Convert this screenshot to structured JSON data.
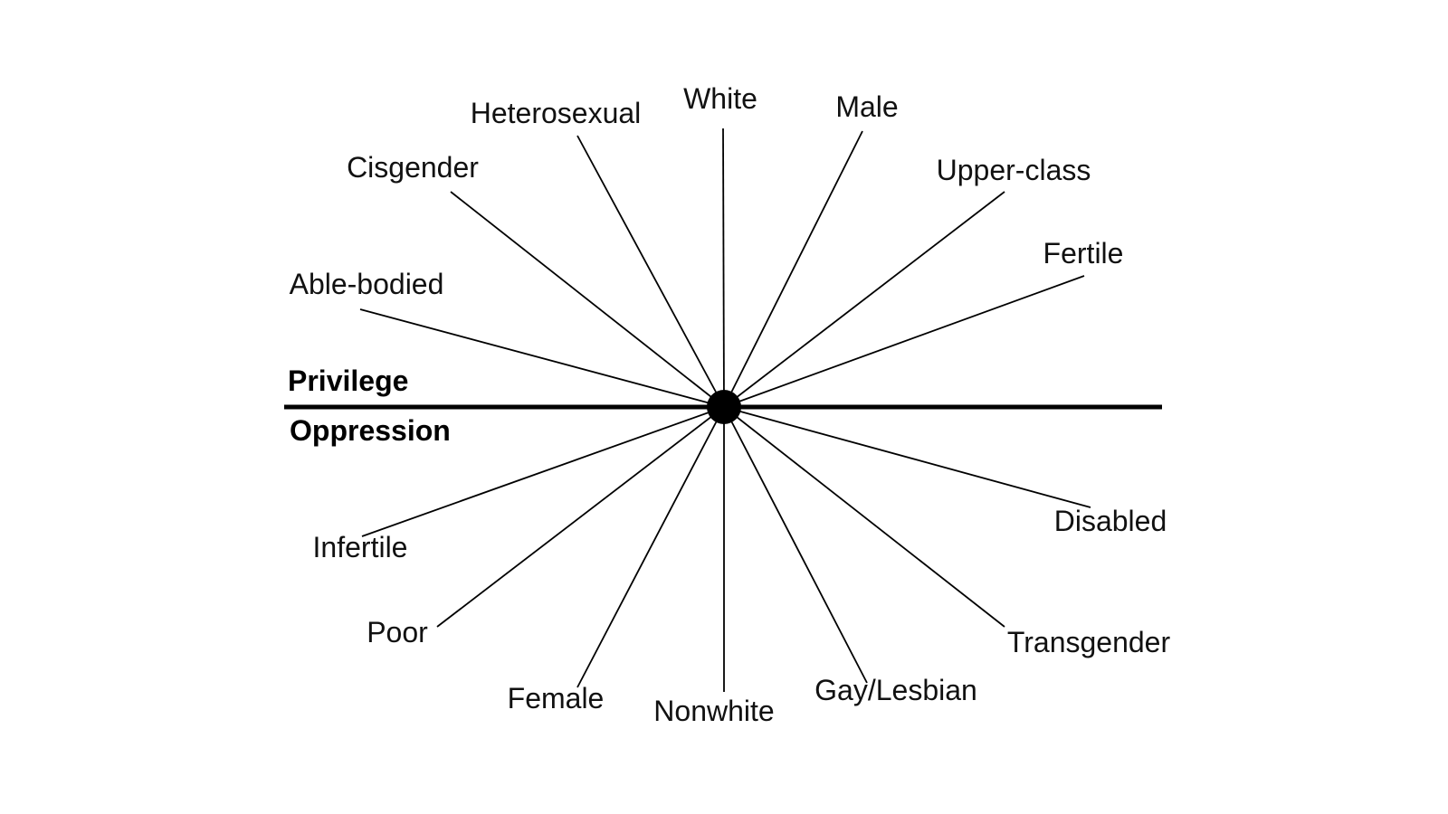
{
  "labels": {
    "privilege": "Privilege",
    "oppression": "Oppression"
  },
  "privileged": [
    "Able-bodied",
    "Cisgender",
    "Heterosexual",
    "White",
    "Male",
    "Upper-class",
    "Fertile"
  ],
  "oppressed": [
    "Infertile",
    "Poor",
    "Female",
    "Nonwhite",
    "Gay/Lesbian",
    "Transgender",
    "Disabled"
  ],
  "colors": {
    "ink": "#000000",
    "background": "#ffffff"
  }
}
